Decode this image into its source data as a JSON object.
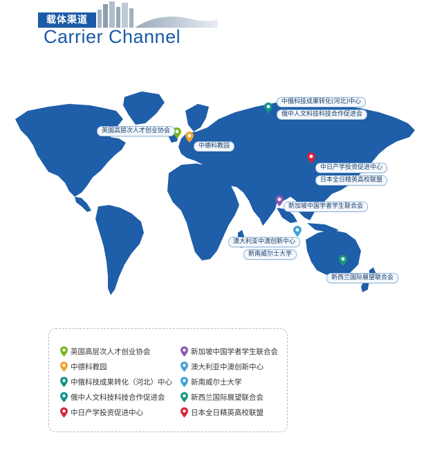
{
  "header": {
    "title_cn": "载体渠道",
    "title_en": "Carrier Channel"
  },
  "colors": {
    "brand_blue": "#1a5aa6",
    "map_blue": "#1f5ea8",
    "pin_lime": "#7ab51d",
    "pin_orange": "#f0a033",
    "pin_teal": "#13938c",
    "pin_red": "#d7243a",
    "pin_purple": "#8e56b3",
    "pin_lightblue": "#3ea2d8",
    "pin_green": "#1a9a7d"
  },
  "map_labels": {
    "uk": "英国高层次人才创业协会",
    "de": "中德科教园",
    "ru1": "中俄科技成果转化(河北)中心",
    "ru2": "俄中人文科技科技合作促进会",
    "jp1": "中日产学投资促进中心",
    "jp2": "日本全日精英高校联盟",
    "sg": "新加坡中国学者学生联合会",
    "au1": "澳大利亚中澳创新中心",
    "au2": "新南威尔士大学",
    "nz": "新西兰国际展望联合会"
  },
  "legend": {
    "left": [
      {
        "label": "英国高层次人才创业协会",
        "icon": "pin-lime-icon",
        "color": "#7ab51d"
      },
      {
        "label": "中德科教园",
        "icon": "pin-orange-icon",
        "color": "#f0a033"
      },
      {
        "label": "中俄科技成果转化（河北）中心",
        "icon": "pin-teal-icon",
        "color": "#13938c"
      },
      {
        "label": "俄中人文科技科技合作促进会",
        "icon": "pin-teal-icon",
        "color": "#13938c"
      },
      {
        "label": "中日产学投资促进中心",
        "icon": "pin-red-icon",
        "color": "#d7243a"
      }
    ],
    "right": [
      {
        "label": "新加坡中国学者学生联合会",
        "icon": "pin-purple-icon",
        "color": "#8e56b3"
      },
      {
        "label": "澳大利亚中澳创新中心",
        "icon": "pin-lightblue-icon",
        "color": "#3ea2d8"
      },
      {
        "label": "新南威尔士大学",
        "icon": "pin-lightblue-icon",
        "color": "#3ea2d8"
      },
      {
        "label": "新西兰国际展望联合会",
        "icon": "pin-green-icon",
        "color": "#1a9a7d"
      },
      {
        "label": "日本全日精英高校联盟",
        "icon": "pin-red-icon",
        "color": "#d7243a"
      }
    ]
  }
}
